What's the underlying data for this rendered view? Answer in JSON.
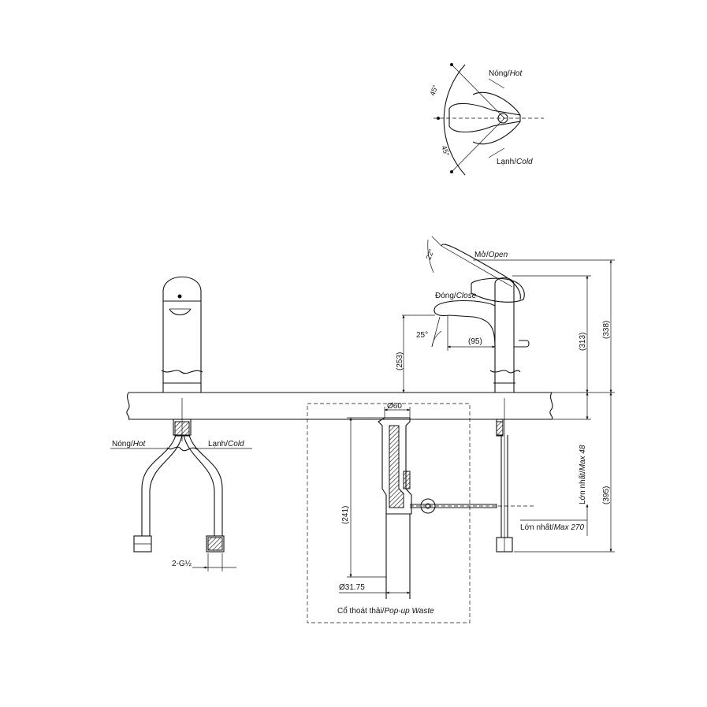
{
  "top_view": {
    "hot_prefix": "Nóng/",
    "hot_suffix": "Hot",
    "cold_prefix": "Lạnh/",
    "cold_suffix": "Cold",
    "angle_upper": "45°",
    "angle_lower": "45°"
  },
  "side_view": {
    "open_prefix": "Mở/",
    "open_suffix": "Open",
    "close_prefix": "Đóng/",
    "close_suffix": "Close",
    "lever_angle": "22°",
    "spout_angle": "25°",
    "spout_reach": "(95)",
    "spout_height": "(253)",
    "handle_height": "(313)",
    "total_height": "(338)",
    "below_deck": "(395)",
    "max_deck_prefix": "Lớn nhất/",
    "max_deck_suffix": "Max 48",
    "max_hose_prefix": "Lớn nhất/",
    "max_hose_suffix": "Max 270"
  },
  "front_view": {
    "hot_prefix": "Nóng/",
    "hot_suffix": "Hot",
    "cold_prefix": "Lạnh/",
    "cold_suffix": "Cold",
    "connector": "2-G½"
  },
  "waste": {
    "top_diameter": "Ø60",
    "height": "(241)",
    "pipe_diameter": "Ø31.75",
    "caption_prefix": "Cổ thoát thải/",
    "caption_suffix": "Pop-up Waste"
  }
}
